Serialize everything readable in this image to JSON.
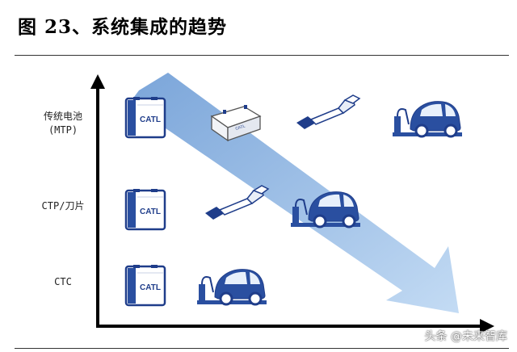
{
  "title": "图 23、系统集成的趋势",
  "y_levels": [
    {
      "line1": "传统电池",
      "line2": "(MTP)"
    },
    {
      "line1": "CTP/刀片",
      "line2": ""
    },
    {
      "line1": "CTC",
      "line2": ""
    }
  ],
  "cell_label": "CATL",
  "watermark": "头条 @未来智库",
  "colors": {
    "arrow": "#a9c9ec",
    "navy": "#1f3d8a",
    "axis": "#000000"
  }
}
